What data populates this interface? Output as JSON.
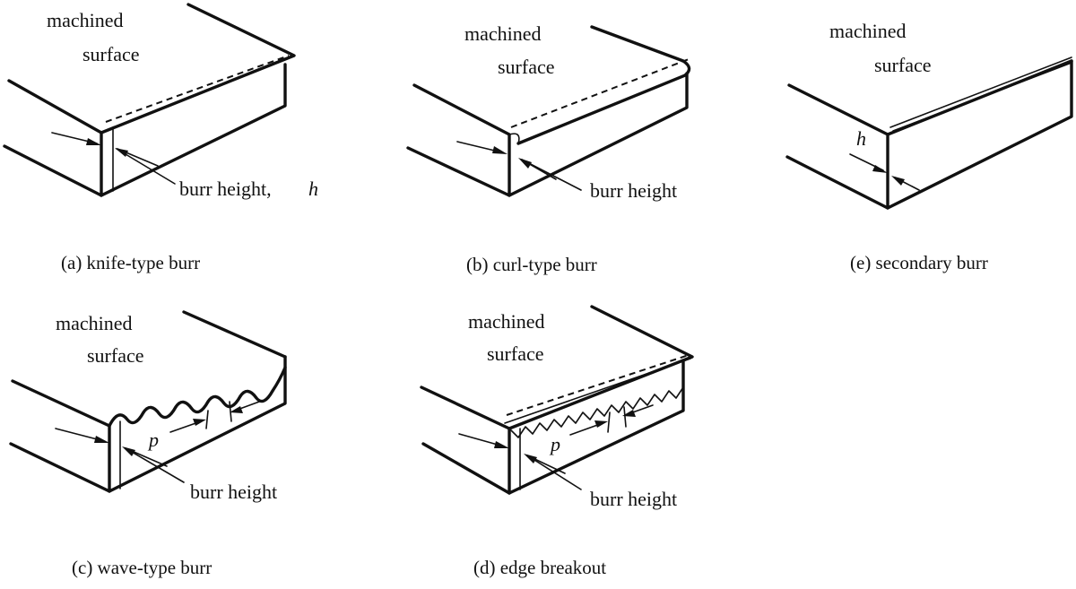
{
  "labels": {
    "machined_surface_line1": "machined",
    "machined_surface_line2": "surface",
    "burr_height": "burr height",
    "burr_height_h_prefix": "burr height,",
    "h": "h",
    "p": "p"
  },
  "captions": {
    "a": "(a) knife-type burr",
    "b": "(b) curl-type burr",
    "c": "(c) wave-type burr",
    "d": "(d) edge breakout",
    "e": "(e) secondary burr"
  }
}
